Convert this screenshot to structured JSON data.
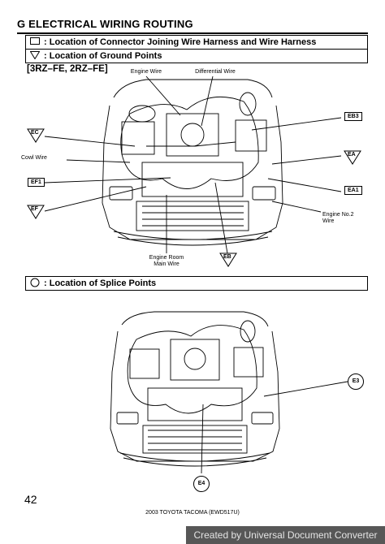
{
  "section": {
    "title": "G  ELECTRICAL WIRING ROUTING"
  },
  "legend": {
    "connector": "Location of Connector Joining Wire Harness and Wire Harness",
    "ground": "Location of Ground Points",
    "splice": "Location of Splice Points",
    "separator": ":"
  },
  "engine_variant": "[3RZ–FE, 2RZ–FE]",
  "top_diagram": {
    "labels": {
      "engine_wire": "Engine Wire",
      "differential_wire": "Differential Wire",
      "cowl_wire": "Cowl Wire",
      "engine_no2_wire_1": "Engine No.2",
      "engine_no2_wire_2": "Wire",
      "engine_room_main_wire_1": "Engine Room",
      "engine_room_main_wire_2": "Main Wire"
    },
    "tags": {
      "ec": "EC",
      "ef1": "EF1",
      "ef": "EF",
      "eb3": "EB3",
      "ea": "EA",
      "ea1": "EA1",
      "eb": "EB"
    }
  },
  "bottom_diagram": {
    "tags": {
      "e3": "E3",
      "e4": "E4"
    }
  },
  "footer": {
    "page_number": "42",
    "model": "2003 TOYOTA TACOMA (EWD517U)",
    "watermark": "Created by Universal Document Converter"
  }
}
